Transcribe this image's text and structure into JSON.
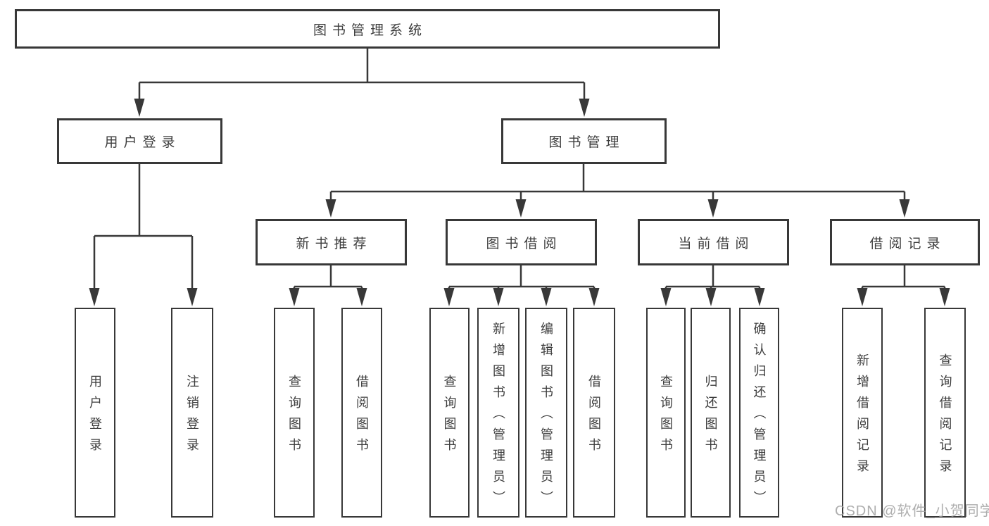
{
  "diagram": {
    "root": "图书管理系统",
    "branches": [
      {
        "label": "用户登录",
        "children": [
          "用户登录",
          "注销登录"
        ]
      },
      {
        "label": "图书管理",
        "sections": [
          {
            "label": "新书推荐",
            "children": [
              "查询图书",
              "借阅图书"
            ]
          },
          {
            "label": "图书借阅",
            "children": [
              "查询图书",
              "新增图书（管理员）",
              "编辑图书（管理员）",
              "借阅图书"
            ]
          },
          {
            "label": "当前借阅",
            "children": [
              "查询图书",
              "归还图书",
              "确认归还（管理员）"
            ]
          },
          {
            "label": "借阅记录",
            "children": [
              "新增借阅记录",
              "查询借阅记录"
            ]
          }
        ]
      }
    ]
  },
  "watermark": "CSDN @软件_小贺同学",
  "colors": {
    "line": "#383838",
    "text": "#3d3d3d",
    "watermark": "#a0a0a0",
    "background": "#ffffff"
  }
}
